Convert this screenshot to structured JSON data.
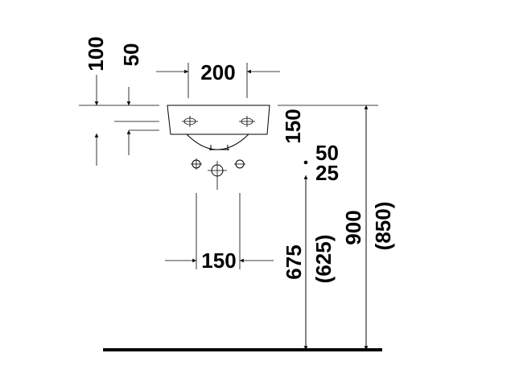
{
  "drawing": {
    "dim_width_top": "200",
    "dim_width_bottom": "150",
    "dim_height_bowl": "150",
    "dim_left_100": "100",
    "dim_left_50": "50",
    "dim_right_50": "50",
    "dim_right_25": "25",
    "dim_675": "675",
    "dim_625": "(625)",
    "dim_900": "900",
    "dim_850": "(850)"
  }
}
